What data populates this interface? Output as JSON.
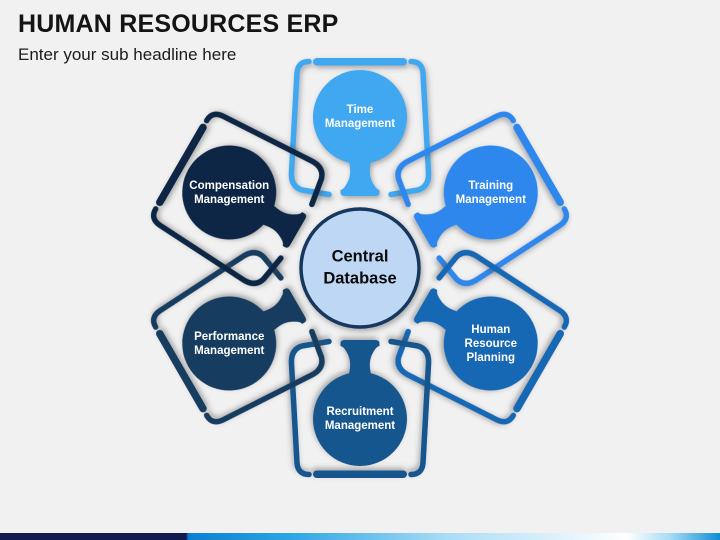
{
  "slide": {
    "title": "HUMAN RESOURCES ERP",
    "subtitle": "Enter your sub headline here",
    "background_color": "#F1F1F2",
    "title_color": "#141414",
    "subtitle_color": "#1C1C1C"
  },
  "diagram": {
    "center": {
      "id": "central-database",
      "label": [
        "Central",
        "Database"
      ],
      "fill_color": "#BDD7F5",
      "border_color": "#17375E",
      "text_color": "#0A0A0A"
    },
    "node_text_color": "#FFFFFF",
    "nodes": [
      {
        "id": "time-management",
        "label": [
          "Time",
          "Management"
        ],
        "color": "#41A8F0",
        "angle": 0
      },
      {
        "id": "training-management",
        "label": [
          "Training",
          "Management"
        ],
        "color": "#2E87ED",
        "angle": 60
      },
      {
        "id": "human-resource-planning",
        "label": [
          "Human",
          "Resource",
          "Planning"
        ],
        "color": "#1268B4",
        "angle": 120
      },
      {
        "id": "recruitment-management",
        "label": [
          "Recruitment",
          "Management"
        ],
        "color": "#15578F",
        "angle": 180
      },
      {
        "id": "performance-management",
        "label": [
          "Performance",
          "Management"
        ],
        "color": "#133C60",
        "angle": 240
      },
      {
        "id": "compensation-management",
        "label": [
          "Compensation",
          "Management"
        ],
        "color": "#0E2845",
        "angle": 300
      }
    ]
  },
  "footer": {
    "bar_colors": {
      "navy": "#111C4E",
      "blue": "#0B7FD3",
      "sky": "#29A5E3",
      "pale": "#A9DCF5",
      "near_white": "#FFFFFF",
      "right_blue": "#0D8ED4"
    }
  }
}
